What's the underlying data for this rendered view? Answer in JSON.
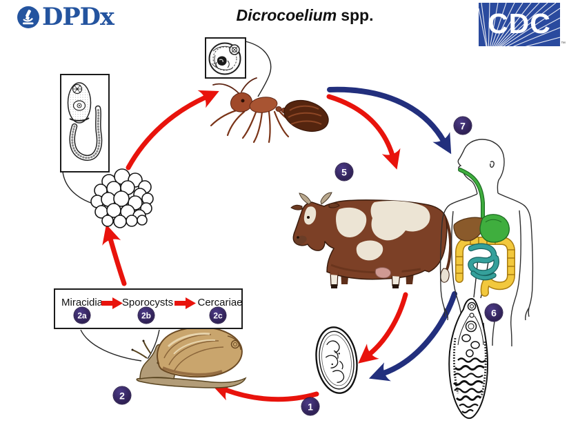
{
  "header": {
    "dpdx": "DPDx",
    "title_genus": "Dicrocoelium",
    "title_suffix": "spp.",
    "cdc": "CDC",
    "cdc_tm": "™"
  },
  "stage_box": {
    "labels": [
      "Miracidia",
      "Sporocysts",
      "Cercariae"
    ]
  },
  "badges": [
    {
      "label": "1"
    },
    {
      "label": "2"
    },
    {
      "label": "2a"
    },
    {
      "label": "2b"
    },
    {
      "label": "2c"
    },
    {
      "label": "5"
    },
    {
      "label": "6"
    },
    {
      "label": "7"
    }
  ],
  "figures": [
    "metacercaria-inset",
    "ant",
    "cercaria-inset",
    "slime-ball",
    "snail",
    "egg",
    "cow",
    "human",
    "adult-fluke"
  ],
  "colors": {
    "red_arrow": "#e8130c",
    "blue_arrow": "#222f7d",
    "badge_purple": "#35265f",
    "cdc_blue": "#2a4a9e",
    "dpdx_blue": "#24549f"
  }
}
